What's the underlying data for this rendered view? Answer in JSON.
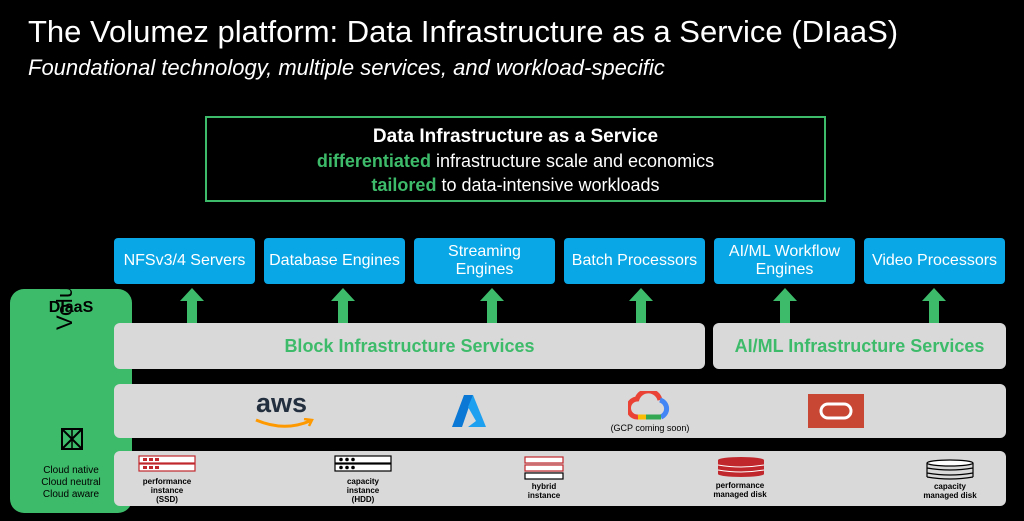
{
  "title": "The Volumez platform:  Data Infrastructure as a Service (DIaaS)",
  "subtitle": "Foundational technology, multiple services, and workload-specific",
  "box": {
    "heading": "Data Infrastructure as a Service",
    "line1_highlight": "differentiated",
    "line1_rest": " infrastructure scale and economics",
    "line2_highlight": "tailored",
    "line2_rest": " to data-intensive workloads"
  },
  "services": [
    "NFSv3/4 Servers",
    "Database Engines",
    "Streaming Engines",
    "Batch Processors",
    "AI/ML Workflow Engines",
    "Video Processors"
  ],
  "left_panel": {
    "title": "DIaaS",
    "brand": "Volumez",
    "lines": [
      "Cloud native",
      "Cloud neutral",
      "Cloud aware"
    ]
  },
  "infra": {
    "block": "Block Infrastructure Services",
    "aiml": "AI/ML Infrastructure Services"
  },
  "clouds": {
    "aws": "aws",
    "gcp_note": "(GCP coming soon)"
  },
  "hardware": [
    {
      "l1": "performance",
      "l2": "instance",
      "l3": "(SSD)"
    },
    {
      "l1": "capacity",
      "l2": "instance",
      "l3": "(HDD)"
    },
    {
      "l1": "hybrid",
      "l2": "instance",
      "l3": ""
    },
    {
      "l1": "performance",
      "l2": "managed disk",
      "l3": ""
    },
    {
      "l1": "capacity",
      "l2": "managed disk",
      "l3": ""
    }
  ],
  "colors": {
    "accent_green": "#3dbb6a",
    "service_blue": "#0aa7e6",
    "bar_gray": "#d9d9d9",
    "aws_orange": "#ff9900",
    "oracle_red": "#c74634"
  }
}
